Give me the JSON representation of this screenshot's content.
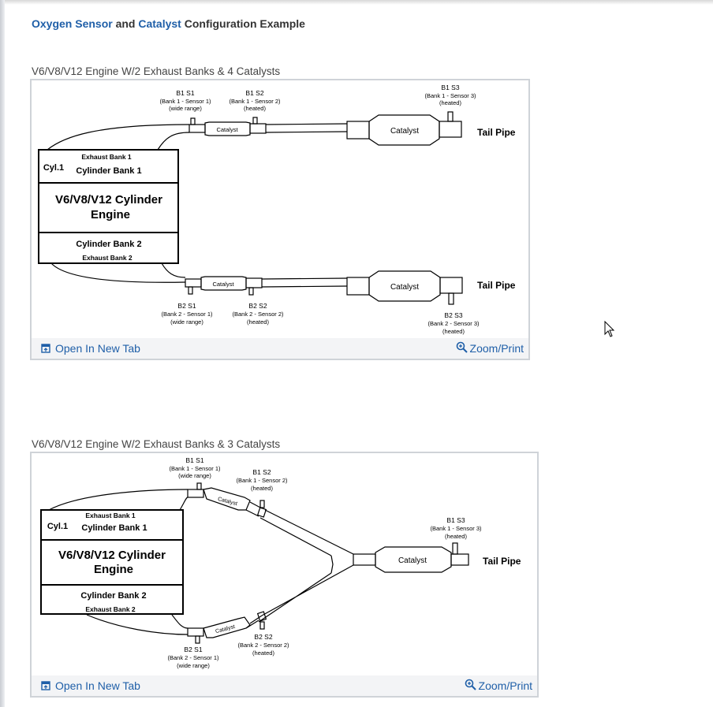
{
  "heading": {
    "part1": "Oxygen Sensor",
    "part2": " and ",
    "part3": "Catalyst",
    "part4": " Configuration Example"
  },
  "figure1": {
    "caption": "V6/V8/V12 Engine W/2 Exhaust Banks & 4 Catalysts",
    "b1s1": "B1 S1",
    "b1s1_sub": "(Bank 1 - Sensor 1)",
    "b1s1_sub2": "(wide range)",
    "b1s2": "B1 S2",
    "b1s2_sub": "(Bank 1 - Sensor 2)",
    "b1s2_sub2": "(heated)",
    "b1s3": "B1 S3",
    "b1s3_sub": "(Bank 1 - Sensor 3)",
    "b1s3_sub2": "(heated)",
    "b2s1": "B2 S1",
    "b2s1_sub": "(Bank 2 - Sensor 1)",
    "b2s1_sub2": "(wide range)",
    "b2s2": "B2 S2",
    "b2s2_sub": "(Bank 2 - Sensor 2)",
    "b2s2_sub2": "(heated)",
    "b2s3": "B2 S3",
    "b2s3_sub": "(Bank 2 - Sensor 3)",
    "b2s3_sub2": "(heated)",
    "catalyst_small": "Catalyst",
    "catalyst_large": "Catalyst",
    "tail_pipe": "Tail Pipe",
    "exhaust_bank1": "Exhaust Bank 1",
    "cyl1": "Cyl.1",
    "cylinder_bank1": "Cylinder Bank 1",
    "engine_line1": "V6/V8/V12 Cylinder",
    "engine_line2": "Engine",
    "cylinder_bank2": "Cylinder Bank 2",
    "exhaust_bank2": "Exhaust Bank 2",
    "open_tab": "Open In New Tab",
    "zoom": "Zoom/Print"
  },
  "figure2": {
    "caption": "V6/V8/V12 Engine W/2 Exhaust Banks & 3 Catalysts",
    "b1s1": "B1 S1",
    "b1s1_sub": "(Bank 1 - Sensor 1)",
    "b1s1_sub2": "(wide range)",
    "b1s2": "B1 S2",
    "b1s2_sub": "(Bank 1 - Sensor 2)",
    "b1s2_sub2": "(heated)",
    "b1s3": "B1 S3",
    "b1s3_sub": "(Bank 1 - Sensor 3)",
    "b1s3_sub2": "(heated)",
    "b2s1": "B2 S1",
    "b2s1_sub": "(Bank 2 - Sensor 1)",
    "b2s1_sub2": "(wide range)",
    "b2s2": "B2 S2",
    "b2s2_sub": "(Bank 2 - Sensor 2)",
    "b2s2_sub2": "(heated)",
    "catalyst_small": "Catalyst",
    "catalyst_large": "Catalyst",
    "tail_pipe": "Tail Pipe",
    "exhaust_bank1": "Exhaust Bank 1",
    "cyl1": "Cyl.1",
    "cylinder_bank1": "Cylinder Bank 1",
    "engine_line1": "V6/V8/V12 Cylinder",
    "engine_line2": "Engine",
    "cylinder_bank2": "Cylinder Bank 2",
    "exhaust_bank2": "Exhaust Bank 2",
    "open_tab": "Open In New Tab",
    "zoom": "Zoom/Print"
  },
  "colors": {
    "link": "#1f5fa8",
    "footer_bg": "#f3f4f6",
    "border": "#cfd3d8"
  }
}
